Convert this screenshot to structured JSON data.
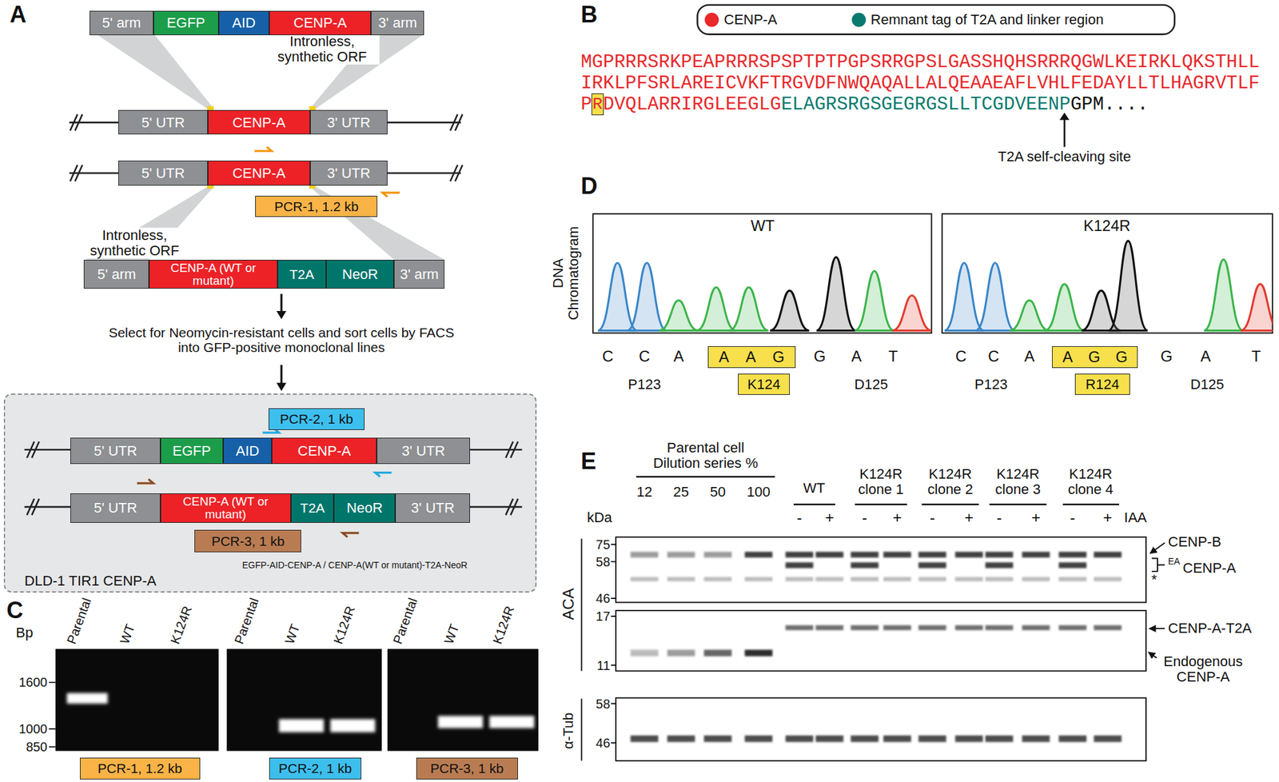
{
  "diagram": {
    "nodes": [
      {
        "text": [
          "5' arm"
        ]
      },
      {
        "text": [
          "EGFP"
        ]
      },
      {
        "text": [
          "AID"
        ]
      },
      {
        "text": [
          "CENP-A"
        ]
      },
      {
        "text": [
          "3' arm"
        ]
      },
      {
        "text": [
          "5' UTR"
        ]
      },
      {
        "text": [
          "CENP-A"
        ]
      },
      {
        "text": [
          "3' UTR"
        ]
      },
      {
        "text": [
          "5' UTR"
        ]
      },
      {
        "text": [
          "CENP-A"
        ]
      },
      {
        "text": [
          "3' UTR"
        ]
      },
      {
        "text": [
          "PCR-1, 1.2 kb"
        ]
      },
      {
        "text": [
          "5' arm"
        ]
      },
      {
        "text": [
          "CENP-A (WT or mutant)"
        ]
      },
      {
        "text": [
          "T2A"
        ]
      },
      {
        "text": [
          "NeoR"
        ]
      },
      {
        "text": [
          "3' arm"
        ]
      },
      {
        "text": [
          "EGFP-AID-CENP-A / CENP-A(WT or mutant)-T2A-NeoR",
          "DLD-1 TIR1 CENP-A"
        ]
      },
      {
        "text": [
          "PCR-2, 1 kb"
        ],
        "in": 17
      },
      {
        "text": [
          "5' UTR"
        ],
        "in": 17
      },
      {
        "text": [
          "EGFP"
        ],
        "in": 17
      },
      {
        "text": [
          "AID"
        ],
        "in": 17
      },
      {
        "text": [
          "CENP-A"
        ],
        "in": 17
      },
      {
        "text": [
          "3' UTR"
        ],
        "in": 17
      },
      {
        "text": [
          "5' UTR"
        ],
        "in": 17
      },
      {
        "text": [
          "CENP-A (WT or mutant)"
        ],
        "in": 17
      },
      {
        "text": [
          "T2A"
        ],
        "in": 17
      },
      {
        "text": [
          "NeoR"
        ],
        "in": 17
      },
      {
        "text": [
          "3' UTR"
        ],
        "in": 17
      },
      {
        "text": [
          "PCR-3, 1 kb"
        ],
        "in": 17
      },
      {
        "text": [
          "R"
        ]
      },
      {
        "text": [
          "PCR-1, 1.2 kb"
        ]
      },
      {
        "text": [
          "PCR-2, 1 kb"
        ]
      },
      {
        "text": [
          "PCR-3, 1 kb"
        ]
      },
      {
        "text": [
          "A",
          "A",
          "G"
        ]
      },
      {
        "text": [
          "K124"
        ]
      },
      {
        "text": [
          "A",
          "G",
          "G"
        ]
      },
      {
        "text": [
          "R124"
        ]
      }
    ],
    "labels": [
      "A",
      "Intronless, synthetic ORF",
      "Intronless, synthetic ORF",
      "Select for Neomycin-resistant cells and sort cells by FACS into GFP-positive monoclonal lines",
      "B",
      "MGPRRRSRKPEAPRRRSPSPTPTPGPSRRGPSLGASSHQHSRRRQGWLKEIRKLQKSTHLL",
      "IRKLPFSRLAREICVKFTRGVDFNWQAQALLALQEAAEAFLVHLFEDAYLLTLHAGRVTLF",
      "P",
      "DVQLARRIRGLEEGLG",
      "ELAGRSRGSGEGRGSLLTCGDVEENP",
      "GPM....",
      "T2A self-cleaving site",
      "C",
      "Bp",
      "1600",
      "1000",
      "850",
      "Parental",
      "WT",
      "K124R",
      "Parental",
      "WT",
      "K124R",
      "Parental",
      "WT",
      "K124R",
      "D",
      "DNA Chromatogram",
      "WT",
      "K124R",
      "C",
      "C",
      "A",
      "G",
      "A",
      "T",
      "P123",
      "D125",
      "C",
      "C",
      "A",
      "G",
      "A",
      "T",
      "P123",
      "D125",
      "E",
      "Parental cell Dilution series %",
      "12",
      "25",
      "50",
      "100",
      "WT",
      "K124R clone 1",
      "K124R clone 2",
      "K124R clone 3",
      "K124R clone 4",
      "kDa",
      "-",
      "+",
      "-",
      "+",
      "-",
      "+",
      "-",
      "+",
      "-",
      "+",
      "IAA",
      "75",
      "58",
      "46",
      "17",
      "11",
      "58",
      "46",
      "ACA",
      "α-Tub",
      "CENP-B",
      "EA",
      "CENP-A",
      "*",
      "CENP-A-T2A",
      "Endogenous CENP-A"
    ],
    "legend": [
      {
        "text": "CENP-A",
        "color": "#e8282b"
      },
      {
        "text": "Remnant tag of T2A and linker region",
        "color": "#0a7a6e"
      }
    ]
  }
}
